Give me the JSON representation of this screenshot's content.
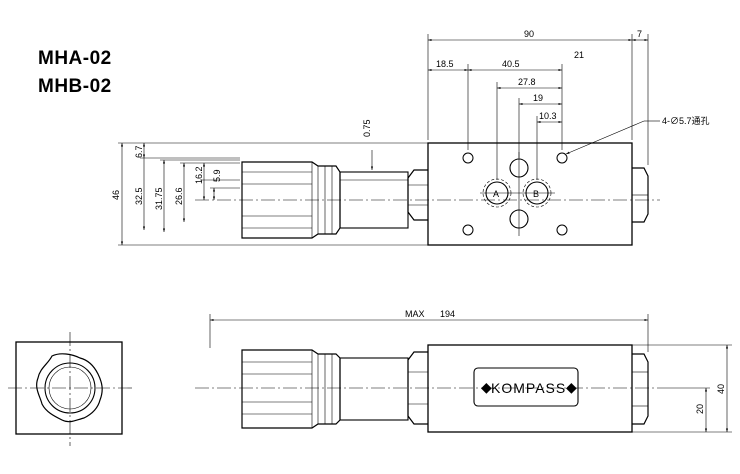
{
  "models": [
    "MHA-02",
    "MHB-02"
  ],
  "brand_label": "KOMPASS",
  "brand_mark": "◆",
  "hole_note": "4-∅5.7通孔",
  "dimensions": {
    "d90": "90",
    "d7": "7",
    "d21": "21",
    "d18_5": "18.5",
    "d40_5": "40.5",
    "d27_8": "27.8",
    "d19": "19",
    "d10_3": "10.3",
    "d0_75": "0.75",
    "d6_7": "6.7",
    "d46": "46",
    "d32_5": "32.5",
    "d31_75": "31.75",
    "d26_6": "26.6",
    "d16_2": "16.2",
    "d5_9": "5.9",
    "max_label": "MAX",
    "d194": "194",
    "d40": "40",
    "d20": "20"
  },
  "port_labels": {
    "a": "A",
    "b": "B"
  }
}
